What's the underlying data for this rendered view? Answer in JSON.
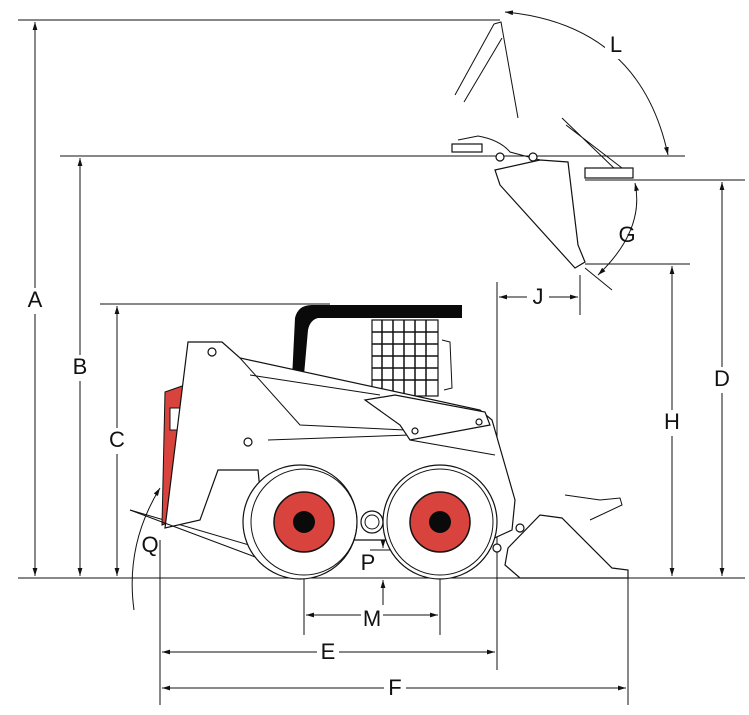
{
  "title": "Skid steer loader dimensions",
  "colors": {
    "accent": "#d9433d",
    "line": "#111111",
    "cab": "#0a0a0a"
  },
  "labels": {
    "A": "A",
    "B": "B",
    "C": "C",
    "D": "D",
    "E": "E",
    "F": "F",
    "G": "G",
    "H": "H",
    "J": "J",
    "L": "L",
    "M": "M",
    "P": "P",
    "Q": "Q"
  }
}
